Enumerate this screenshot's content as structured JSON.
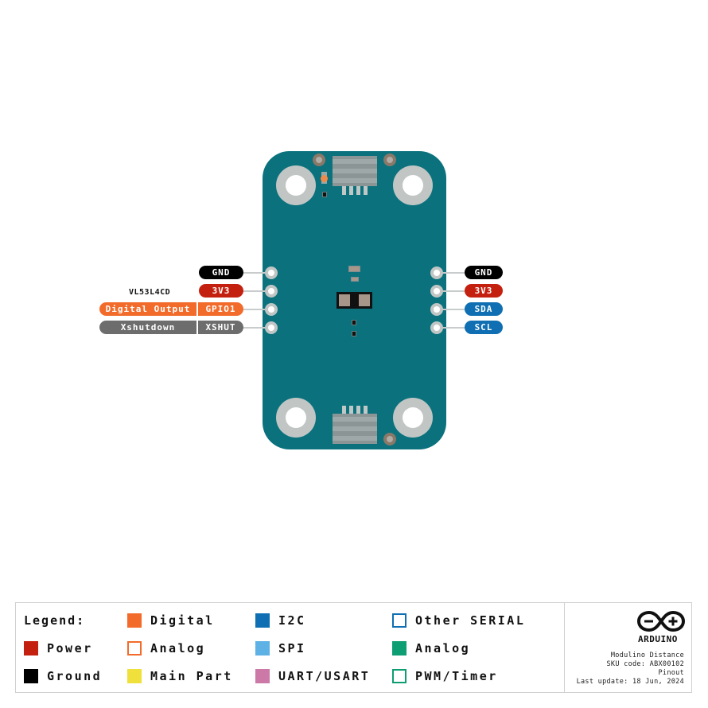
{
  "board": {
    "name": "Modulino Distance",
    "main_part_label": "VL53L4CD",
    "color": "#0b727d"
  },
  "left_pins": [
    {
      "pin": "GND",
      "type": "ground",
      "function": ""
    },
    {
      "pin": "3V3",
      "type": "power",
      "function": ""
    },
    {
      "pin": "GPIO1",
      "type": "digital",
      "function": "Digital Output"
    },
    {
      "pin": "XSHUT",
      "type": "other",
      "function": "Xshutdown"
    }
  ],
  "right_pins": [
    {
      "pin": "GND",
      "type": "ground"
    },
    {
      "pin": "3V3",
      "type": "power"
    },
    {
      "pin": "SDA",
      "type": "i2c"
    },
    {
      "pin": "SCL",
      "type": "i2c"
    }
  ],
  "legend": {
    "title": "Legend:",
    "items": [
      {
        "label": "Power",
        "color": "#c4200f",
        "style": "filled"
      },
      {
        "label": "Ground",
        "color": "#000000",
        "style": "filled"
      },
      {
        "label": "Digital",
        "color": "#f26b2a",
        "style": "filled"
      },
      {
        "label": "Analog",
        "color": "#f26b2a",
        "style": "outline"
      },
      {
        "label": "Main Part",
        "color": "#f0e03c",
        "style": "filled"
      },
      {
        "label": "I2C",
        "color": "#0f6fb2",
        "style": "filled"
      },
      {
        "label": "SPI",
        "color": "#5db1e4",
        "style": "filled"
      },
      {
        "label": "UART/USART",
        "color": "#cc79a7",
        "style": "filled"
      },
      {
        "label": "Other SERIAL",
        "color": "#0f6fb2",
        "style": "outline"
      },
      {
        "label": "Analog",
        "color": "#0e9e74",
        "style": "filled"
      },
      {
        "label": "PWM/Timer",
        "color": "#0e9e74",
        "style": "outline"
      }
    ]
  },
  "info": {
    "brand": "ARDUINO",
    "product": "Modulino Distance",
    "sku": "SKU code: ABX00102",
    "doc_type": "Pinout",
    "last_update": "Last update: 18 Jun, 2024"
  }
}
